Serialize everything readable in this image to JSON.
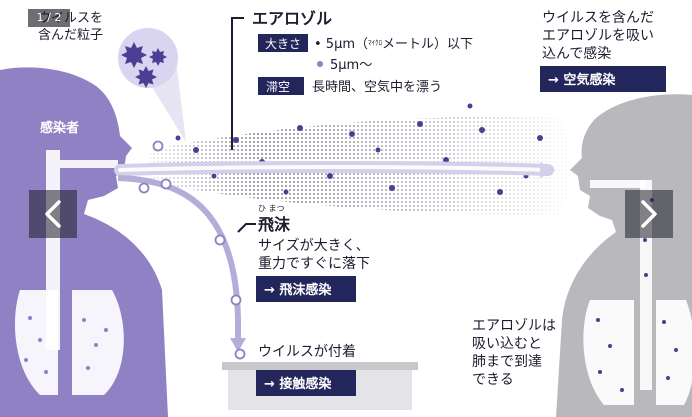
{
  "viewer": {
    "counter": "1 / 2",
    "prev_icon": "chevron-left-icon",
    "next_icon": "chevron-right-icon"
  },
  "infographic": {
    "infected_label": "感染者",
    "particles_caption": [
      "ウイルスを",
      "含んだ粒子"
    ],
    "aerosol": {
      "title": "エアロゾル",
      "size_tag": "大きさ",
      "size_line1": "5μm（マイクロメートル）以下",
      "size_line1_parts": [
        "• 5μm（",
        "ﾏｲｸﾛ",
        "メートル）以下"
      ],
      "size_line2": "5μm〜",
      "stay_tag": "滞空",
      "stay_text": "長時間、空気中を漂う"
    },
    "airborne": {
      "caption": [
        "ウイルスを含んだ",
        "エアロゾルを吸い",
        "込んで感染"
      ],
      "tag": "→ 空気感染"
    },
    "droplet": {
      "ruby": "ひ まつ",
      "title": "飛沫",
      "caption": [
        "サイズが大きく、",
        "重力ですぐに落下"
      ],
      "tag": "→ 飛沫感染"
    },
    "contact": {
      "caption": "ウイルスが付着",
      "tag": "→ 接触感染"
    },
    "lungs_note": [
      "エアロゾルは",
      "吸い込むと",
      "肺まで到達",
      "できる"
    ],
    "colors": {
      "infected_purple": "#8f81c4",
      "dark_navy": "#22265a",
      "gray_person": "#b9b9bd",
      "particle": "#4b3f93",
      "ring": "#8f81c4"
    }
  }
}
